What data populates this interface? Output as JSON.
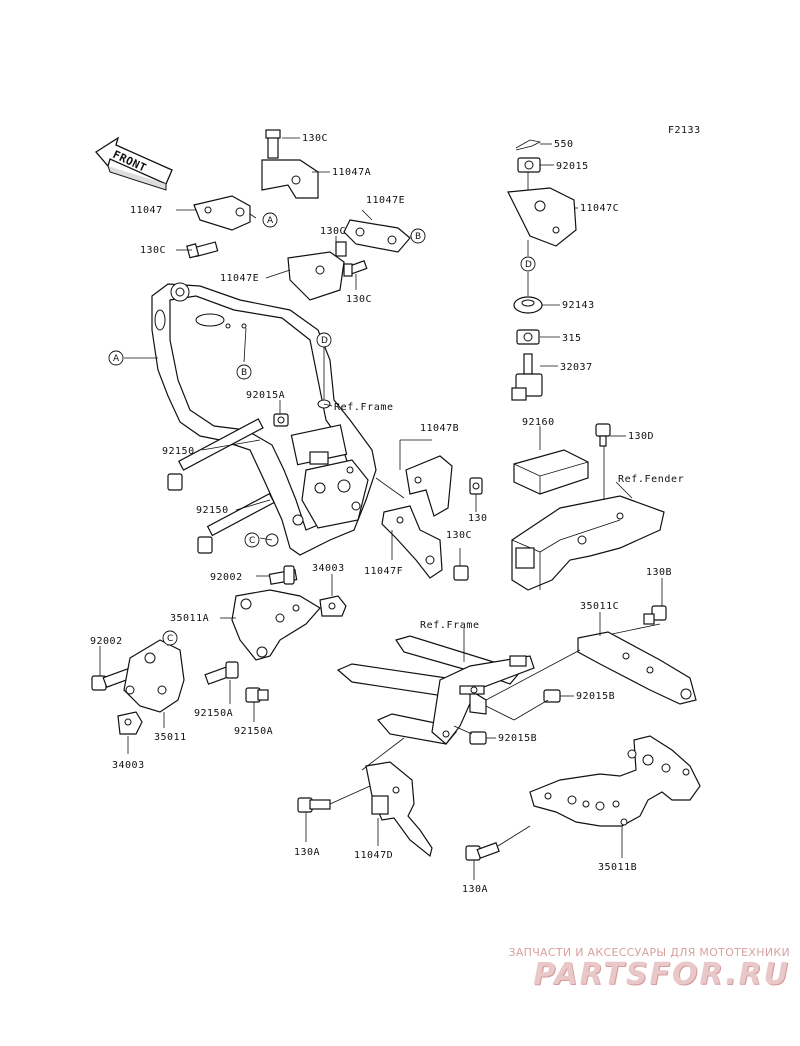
{
  "figure_code": "F2133",
  "front_label": "FRONT",
  "refs": {
    "frame_top": "Ref.Frame",
    "frame_bottom": "Ref.Frame",
    "fender": "Ref.Fender"
  },
  "circle_markers": [
    "A",
    "B",
    "C",
    "D"
  ],
  "parts": [
    {
      "id": "p1",
      "label": "550"
    },
    {
      "id": "p2",
      "label": "92015"
    },
    {
      "id": "p3",
      "label": "130C"
    },
    {
      "id": "p4",
      "label": "11047A"
    },
    {
      "id": "p5",
      "label": "11047C"
    },
    {
      "id": "p6",
      "label": "11047"
    },
    {
      "id": "p7",
      "label": "11047E"
    },
    {
      "id": "p8",
      "label": "130C"
    },
    {
      "id": "p9",
      "label": "130C"
    },
    {
      "id": "p10",
      "label": "11047E"
    },
    {
      "id": "p11",
      "label": "130C"
    },
    {
      "id": "p12",
      "label": "92143"
    },
    {
      "id": "p13",
      "label": "315"
    },
    {
      "id": "p14",
      "label": "32037"
    },
    {
      "id": "p15",
      "label": "92015A"
    },
    {
      "id": "p16",
      "label": "11047B"
    },
    {
      "id": "p17",
      "label": "92160"
    },
    {
      "id": "p18",
      "label": "130D"
    },
    {
      "id": "p19",
      "label": "92150"
    },
    {
      "id": "p20",
      "label": "92150"
    },
    {
      "id": "p21",
      "label": "130"
    },
    {
      "id": "p22",
      "label": "130C"
    },
    {
      "id": "p23",
      "label": "11047F"
    },
    {
      "id": "p24",
      "label": "92002"
    },
    {
      "id": "p25",
      "label": "34003"
    },
    {
      "id": "p26",
      "label": "35011A"
    },
    {
      "id": "p27",
      "label": "130B"
    },
    {
      "id": "p28",
      "label": "35011C"
    },
    {
      "id": "p29",
      "label": "92002"
    },
    {
      "id": "p30",
      "label": "92150A"
    },
    {
      "id": "p31",
      "label": "92150A"
    },
    {
      "id": "p32",
      "label": "35011"
    },
    {
      "id": "p33",
      "label": "34003"
    },
    {
      "id": "p34",
      "label": "92015B"
    },
    {
      "id": "p35",
      "label": "92015B"
    },
    {
      "id": "p36",
      "label": "130A"
    },
    {
      "id": "p37",
      "label": "11047D"
    },
    {
      "id": "p38",
      "label": "35011B"
    },
    {
      "id": "p39",
      "label": "130A"
    }
  ],
  "watermark": {
    "tagline": "ЗАПЧАСТИ И АКСЕССУАРЫ ДЛЯ МОТОТЕХНИКИ",
    "logo": "PARTSFOR.RU"
  }
}
